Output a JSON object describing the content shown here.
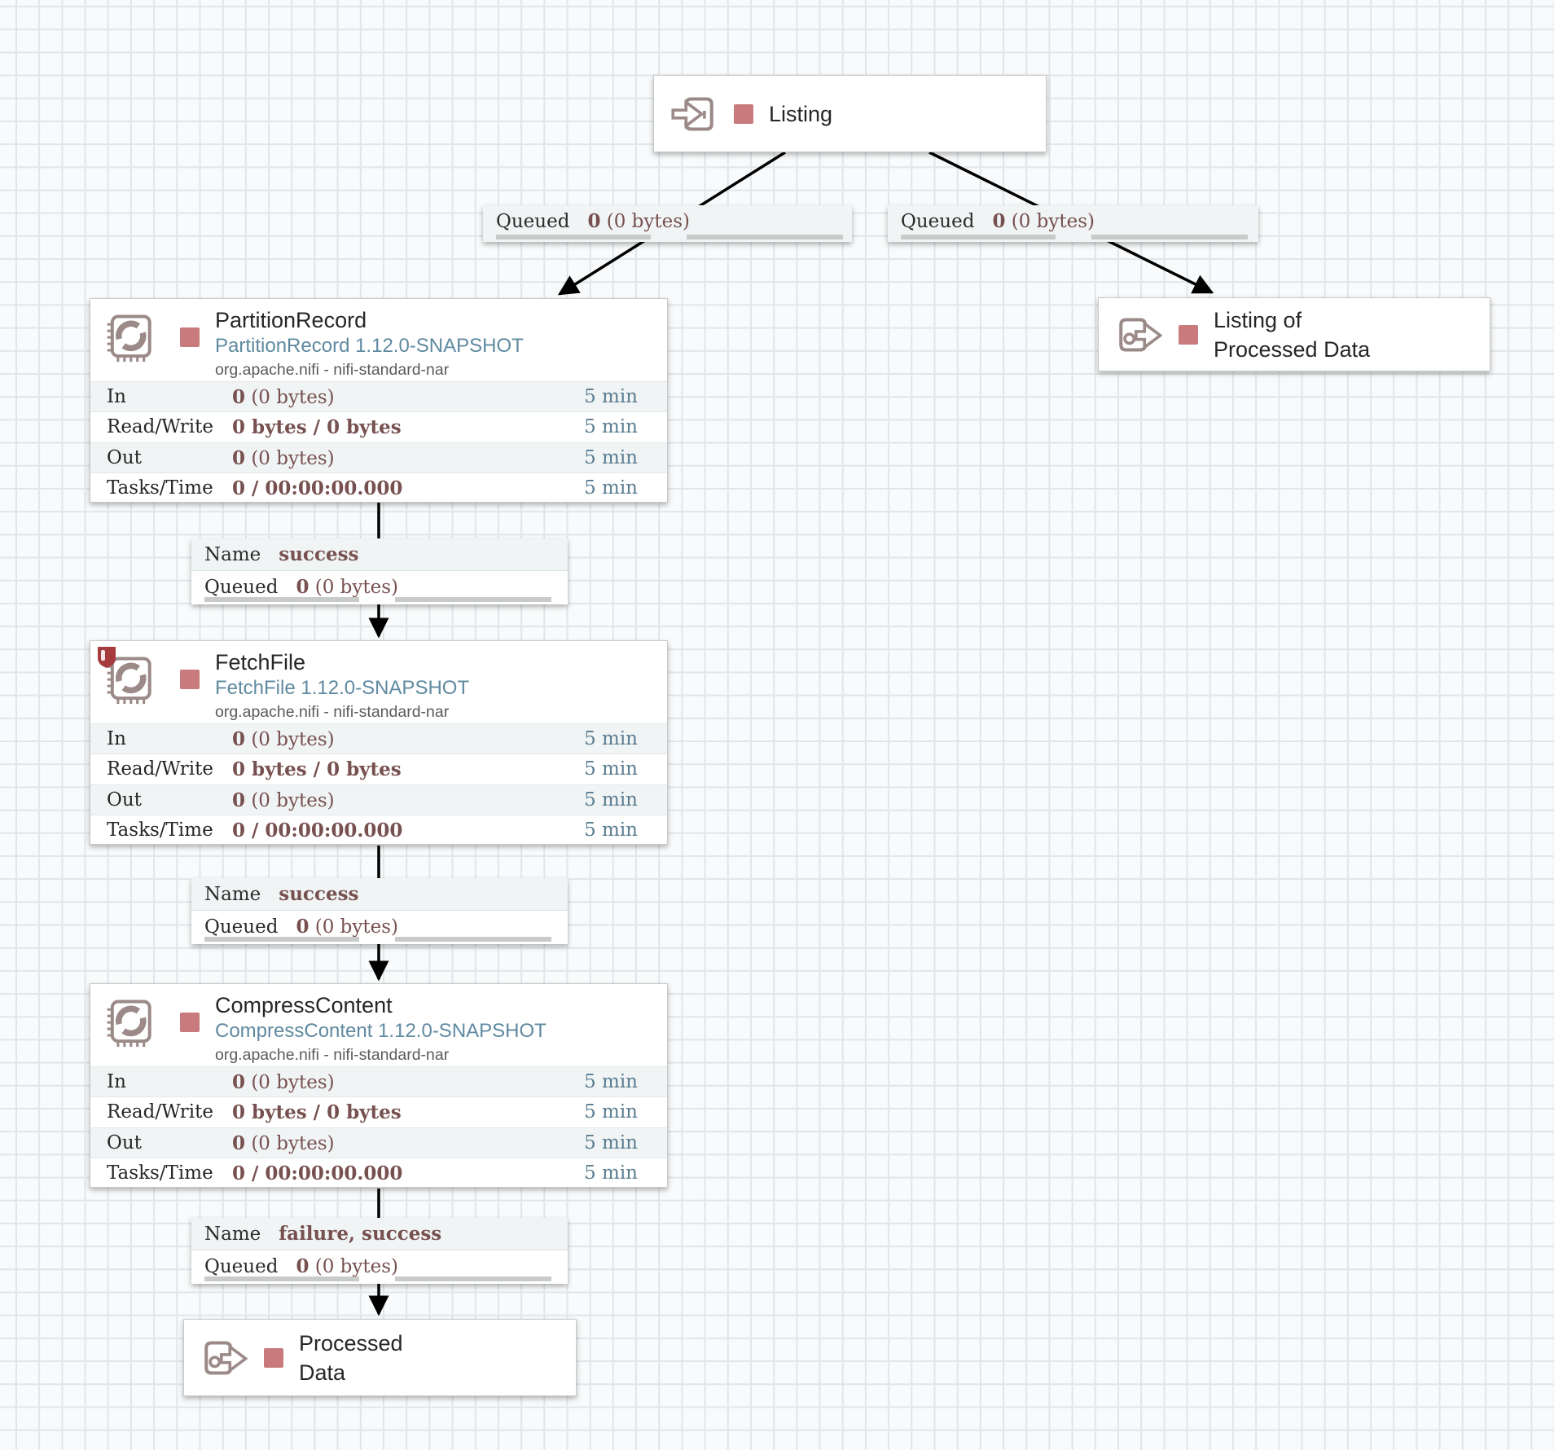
{
  "app": "NiFi flow canvas",
  "colors": {
    "stopped_status": "#c97a7c",
    "icon_taupe": "#9b8a88",
    "restricted_shield_red": "#a63b3d",
    "stat_value_maroon": "#775150",
    "stat_time_blue": "#5a7d91",
    "type_link_blue": "#5f8aa0",
    "canvas_bg": "#f8fafb",
    "grid_line": "#e0e6e9",
    "connection_line": "#000000"
  },
  "icons": {
    "input_port": "arrow-into-box",
    "output_port": "arrow-out-of-box",
    "processor": "stamp-with-refresh-arrows",
    "restricted": "red-shield-with-slot",
    "status": "stopped-red-square"
  },
  "ports": {
    "listing": {
      "name": "Listing"
    },
    "listing_of_processed": {
      "line1": "Listing of",
      "line2": "Processed Data"
    },
    "processed": {
      "line1": "Processed",
      "line2": "Data"
    }
  },
  "processors": [
    {
      "name": "PartitionRecord",
      "type": "PartitionRecord 1.12.0-SNAPSHOT",
      "bundle": "org.apache.nifi - nifi-standard-nar",
      "restricted": false,
      "stats": [
        {
          "label": "In",
          "value_bold": "0",
          "value_rest": " (0 bytes)",
          "time": "5 min"
        },
        {
          "label": "Read/Write",
          "value_bold": "0 bytes / 0 bytes",
          "value_rest": "",
          "time": "5 min"
        },
        {
          "label": "Out",
          "value_bold": "0",
          "value_rest": " (0 bytes)",
          "time": "5 min"
        },
        {
          "label": "Tasks/Time",
          "value_bold": "0 / 00:00:00.000",
          "value_rest": "",
          "time": "5 min"
        }
      ]
    },
    {
      "name": "FetchFile",
      "type": "FetchFile 1.12.0-SNAPSHOT",
      "bundle": "org.apache.nifi - nifi-standard-nar",
      "restricted": true,
      "stats": [
        {
          "label": "In",
          "value_bold": "0",
          "value_rest": " (0 bytes)",
          "time": "5 min"
        },
        {
          "label": "Read/Write",
          "value_bold": "0 bytes / 0 bytes",
          "value_rest": "",
          "time": "5 min"
        },
        {
          "label": "Out",
          "value_bold": "0",
          "value_rest": " (0 bytes)",
          "time": "5 min"
        },
        {
          "label": "Tasks/Time",
          "value_bold": "0 / 00:00:00.000",
          "value_rest": "",
          "time": "5 min"
        }
      ]
    },
    {
      "name": "CompressContent",
      "type": "CompressContent 1.12.0-SNAPSHOT",
      "bundle": "org.apache.nifi - nifi-standard-nar",
      "restricted": false,
      "stats": [
        {
          "label": "In",
          "value_bold": "0",
          "value_rest": " (0 bytes)",
          "time": "5 min"
        },
        {
          "label": "Read/Write",
          "value_bold": "0 bytes / 0 bytes",
          "value_rest": "",
          "time": "5 min"
        },
        {
          "label": "Out",
          "value_bold": "0",
          "value_rest": " (0 bytes)",
          "time": "5 min"
        },
        {
          "label": "Tasks/Time",
          "value_bold": "0 / 00:00:00.000",
          "value_rest": "",
          "time": "5 min"
        }
      ]
    }
  ],
  "connections": {
    "queued": {
      "label": "Queued",
      "count": "0",
      "size": " (0 bytes)"
    },
    "name_label": "Name",
    "name_values": [
      "success",
      "success",
      "failure, success"
    ]
  }
}
